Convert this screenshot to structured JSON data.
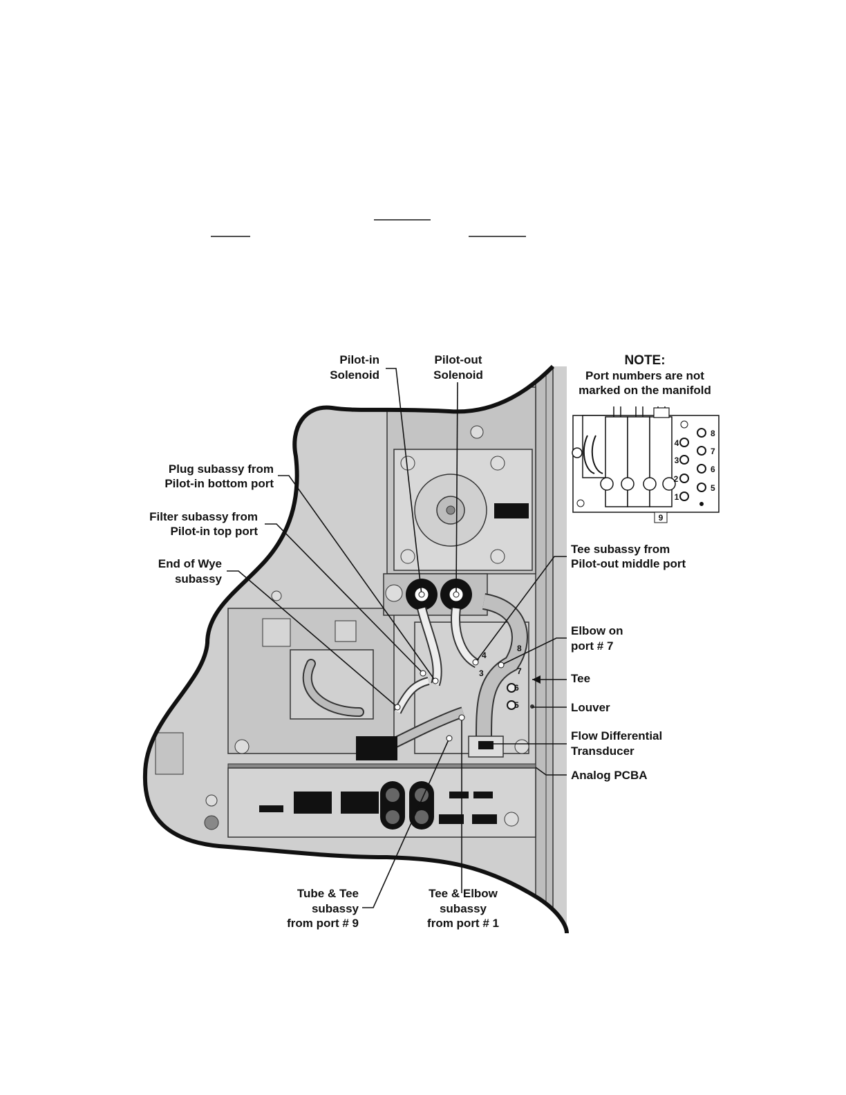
{
  "labels": {
    "pilot_in_solenoid": [
      "Pilot-in",
      "Solenoid"
    ],
    "pilot_out_solenoid": [
      "Pilot-out",
      "Solenoid"
    ],
    "plug_subassy": [
      "Plug subassy from",
      "Pilot-in bottom port"
    ],
    "filter_subassy": [
      "Filter subassy from",
      "Pilot-in top port"
    ],
    "end_of_wye": [
      "End of Wye",
      "subassy"
    ],
    "tee_subassy": [
      "Tee subassy from",
      "Pilot-out middle port"
    ],
    "elbow_on_port7": [
      "Elbow on",
      "port # 7"
    ],
    "tee": "Tee",
    "louver": "Louver",
    "flow_transducer": [
      "Flow Differential",
      "Transducer"
    ],
    "analog_pcba": "Analog PCBA",
    "tube_tee_subassy": [
      "Tube & Tee",
      "subassy",
      "from port # 9"
    ],
    "tee_elbow_subassy": [
      "Tee & Elbow",
      "subassy",
      "from port # 1"
    ]
  },
  "note": {
    "title": "NOTE:",
    "lines": [
      "Port numbers are not",
      "marked on the manifold"
    ],
    "ports": [
      "1",
      "2",
      "3",
      "4",
      "5",
      "6",
      "7",
      "8",
      "9"
    ]
  },
  "main_ports": [
    "8",
    "4",
    "7",
    "3",
    "6",
    "5"
  ]
}
